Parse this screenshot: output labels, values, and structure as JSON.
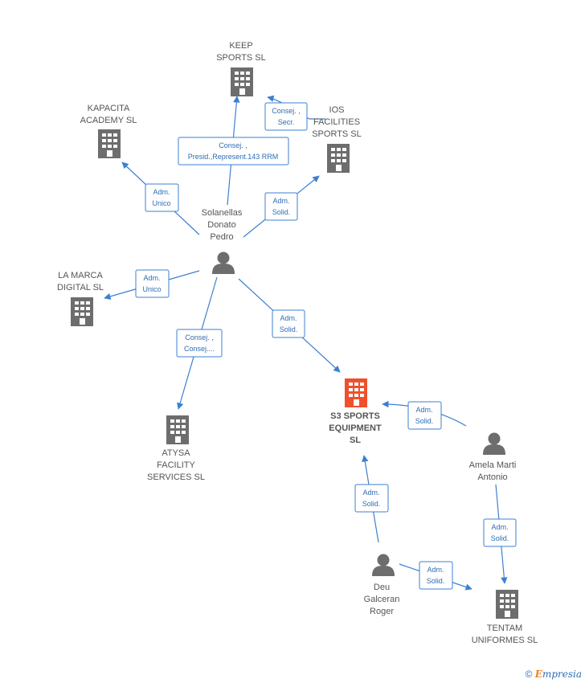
{
  "colors": {
    "edge": "#3d7fd1",
    "building": "#6d6d6d",
    "building_main": "#f0502a",
    "person": "#6d6d6d"
  },
  "nodes": {
    "keep": {
      "lines": [
        "KEEP",
        "SPORTS  SL"
      ]
    },
    "kapacita": {
      "lines": [
        "KAPACITA",
        "ACADEMY  SL"
      ]
    },
    "ios": {
      "lines": [
        "IOS",
        "FACILITIES",
        "SPORTS  SL"
      ]
    },
    "solanellas": {
      "lines": [
        "Solanellas",
        "Donato",
        "Pedro"
      ]
    },
    "lamarca": {
      "lines": [
        "LA MARCA",
        "DIGITAL  SL"
      ]
    },
    "s3": {
      "lines": [
        "S3 SPORTS",
        "EQUIPMENT",
        "SL"
      ]
    },
    "atysa": {
      "lines": [
        "ATYSA",
        "FACILITY",
        "SERVICES  SL"
      ]
    },
    "amela": {
      "lines": [
        "Amela Marti",
        "Antonio"
      ]
    },
    "deu": {
      "lines": [
        "Deu",
        "Galceran",
        "Roger"
      ]
    },
    "tentam": {
      "lines": [
        "TENTAM",
        "UNIFORMES  SL"
      ]
    }
  },
  "edges": {
    "keep_secr": [
      "Consej. ,",
      "Secr."
    ],
    "keep_presid": [
      "Consej. ,",
      "Presid.,Represent.143 RRM"
    ],
    "kapacita": [
      "Adm.",
      "Unico"
    ],
    "ios": [
      "Adm.",
      "Solid."
    ],
    "lamarca": [
      "Adm.",
      "Unico"
    ],
    "atysa": [
      "Consej. ,",
      "Consej...."
    ],
    "s3_sol": [
      "Adm.",
      "Solid."
    ],
    "s3_amela": [
      "Adm.",
      "Solid."
    ],
    "s3_deu": [
      "Adm.",
      "Solid."
    ],
    "tentam_amela": [
      "Adm.",
      "Solid."
    ],
    "tentam_deu": [
      "Adm.",
      "Solid."
    ]
  },
  "footer": {
    "copyright": "©",
    "brand_first": "E",
    "brand_rest": "mpresia"
  }
}
